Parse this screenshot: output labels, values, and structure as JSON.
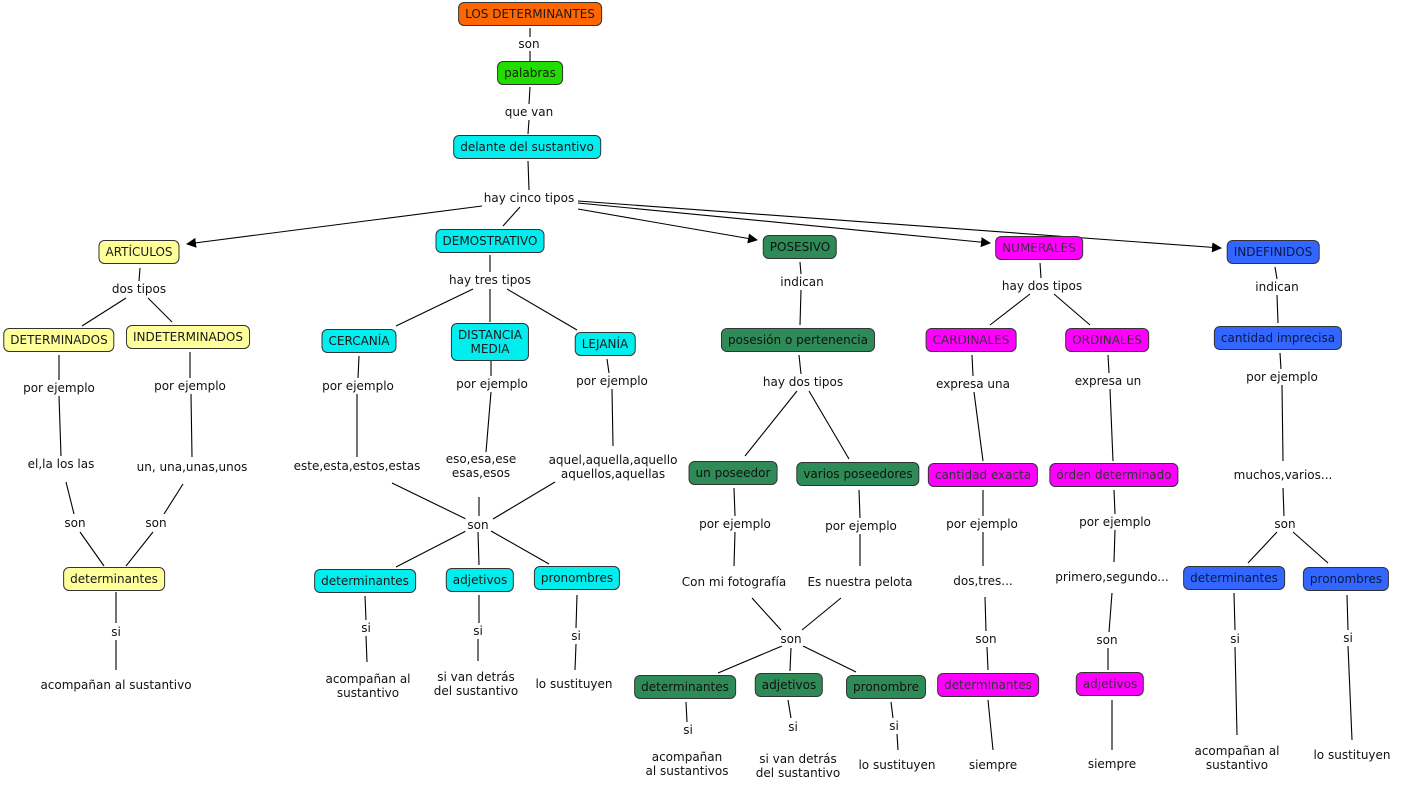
{
  "title": "LOS DETERMINANTES",
  "colors": {
    "root": "#ff6600",
    "palabras": "#22dd00",
    "cyan": "#00eeee",
    "articulos": "#ffff99",
    "posesivo": "#2e8b57",
    "numerales": "#ff00ff",
    "indefinidos": "#3366ff"
  },
  "nodes": {
    "root": "LOS DETERMINANTES",
    "palabras": "palabras",
    "delante": "delante del sustantivo",
    "articulos": "ARTÍCULOS",
    "determinados": "DETERMINADOS",
    "indeterminados": "INDETERMINADOS",
    "art_det": "determinantes",
    "demostrativo": "DEMOSTRATIVO",
    "cercania": "CERCANÍA",
    "distancia_1": "DISTANCIA",
    "distancia_2": "MEDIA",
    "lejania": "LEJANÍA",
    "dem_det": "determinantes",
    "dem_adj": "adjetivos",
    "dem_pro": "pronombres",
    "posesivo": "POSESIVO",
    "posesion": "posesión o pertenencia",
    "un_poseedor": "un poseedor",
    "varios_poseedores": "varios poseedores",
    "pos_det": "determinantes",
    "pos_adj": "adjetivos",
    "pos_pro": "pronombre",
    "numerales": "NUMERALES",
    "cardinales": "CARDINALES",
    "ordinales": "ORDINALES",
    "cantidad_exacta": "cantidad exacta",
    "orden_det": "órden determinado",
    "num_det": "determinantes",
    "num_adj": "adjetivos",
    "indefinidos": "INDEFINIDOS",
    "cantidad_imprecisa": "cantidad imprecisa",
    "ind_det": "determinantes",
    "ind_pro": "pronombres"
  },
  "labels": {
    "son_1": "son",
    "que_van": "que van",
    "hay_cinco": "hay cinco tipos",
    "dos_tipos_art": "dos tipos",
    "por_ej_det": "por ejemplo",
    "por_ej_indet": "por ejemplo",
    "ex_det": "el,la los las",
    "ex_indet": "un, una,unas,unos",
    "son_art_a": "son",
    "son_art_b": "son",
    "si_art": "si",
    "res_art": "acompañan al sustantivo",
    "hay_tres": "hay tres tipos",
    "por_ej_cer": "por ejemplo",
    "por_ej_dis": "por ejemplo",
    "por_ej_lej": "por ejemplo",
    "ex_cer": "este,esta,estos,estas",
    "ex_dis_1": "eso,esa,ese",
    "ex_dis_2": "esas,esos",
    "ex_lej_1": "aquel,aquella,aquello",
    "ex_lej_2": "aquellos,aquellas",
    "son_dem": "son",
    "si_dem_det": "si",
    "si_dem_adj": "si",
    "si_dem_pro": "si",
    "res_dem_det_1": "acompañan al",
    "res_dem_det_2": "sustantivo",
    "res_dem_adj_1": "si van detrás",
    "res_dem_adj_2": "del sustantivo",
    "res_dem_pro": "lo sustituyen",
    "indican_pos": "indican",
    "hay_dos_pos": "hay dos tipos",
    "por_ej_un": "por ejemplo",
    "por_ej_varios": "por ejemplo",
    "ex_un": "Con mi fotografía",
    "ex_varios": "Es nuestra pelota",
    "son_pos": "son",
    "si_pos_det": "si",
    "si_pos_adj": "si",
    "si_pos_pro": "si",
    "res_pos_det_1": "acompañan",
    "res_pos_det_2": "al sustantivos",
    "res_pos_adj_1": "si van detrás",
    "res_pos_adj_2": "del sustantivo",
    "res_pos_pro": "lo sustituyen",
    "hay_dos_num": "hay dos tipos",
    "expresa_una": "expresa una",
    "expresa_un": "expresa un",
    "por_ej_card": "por ejemplo",
    "por_ej_ord": "por ejemplo",
    "ex_card": "dos,tres...",
    "ex_ord": "primero,segundo...",
    "son_card": "son",
    "son_ord": "son",
    "siempre_card": "siempre",
    "siempre_ord": "siempre",
    "indican_ind": "indican",
    "por_ej_ind": "por ejemplo",
    "ex_ind": "muchos,varios...",
    "son_ind": "son",
    "si_ind_det": "si",
    "si_ind_pro": "si",
    "res_ind_det_1": "acompañan al",
    "res_ind_det_2": "sustantivo",
    "res_ind_pro": "lo sustituyen"
  }
}
